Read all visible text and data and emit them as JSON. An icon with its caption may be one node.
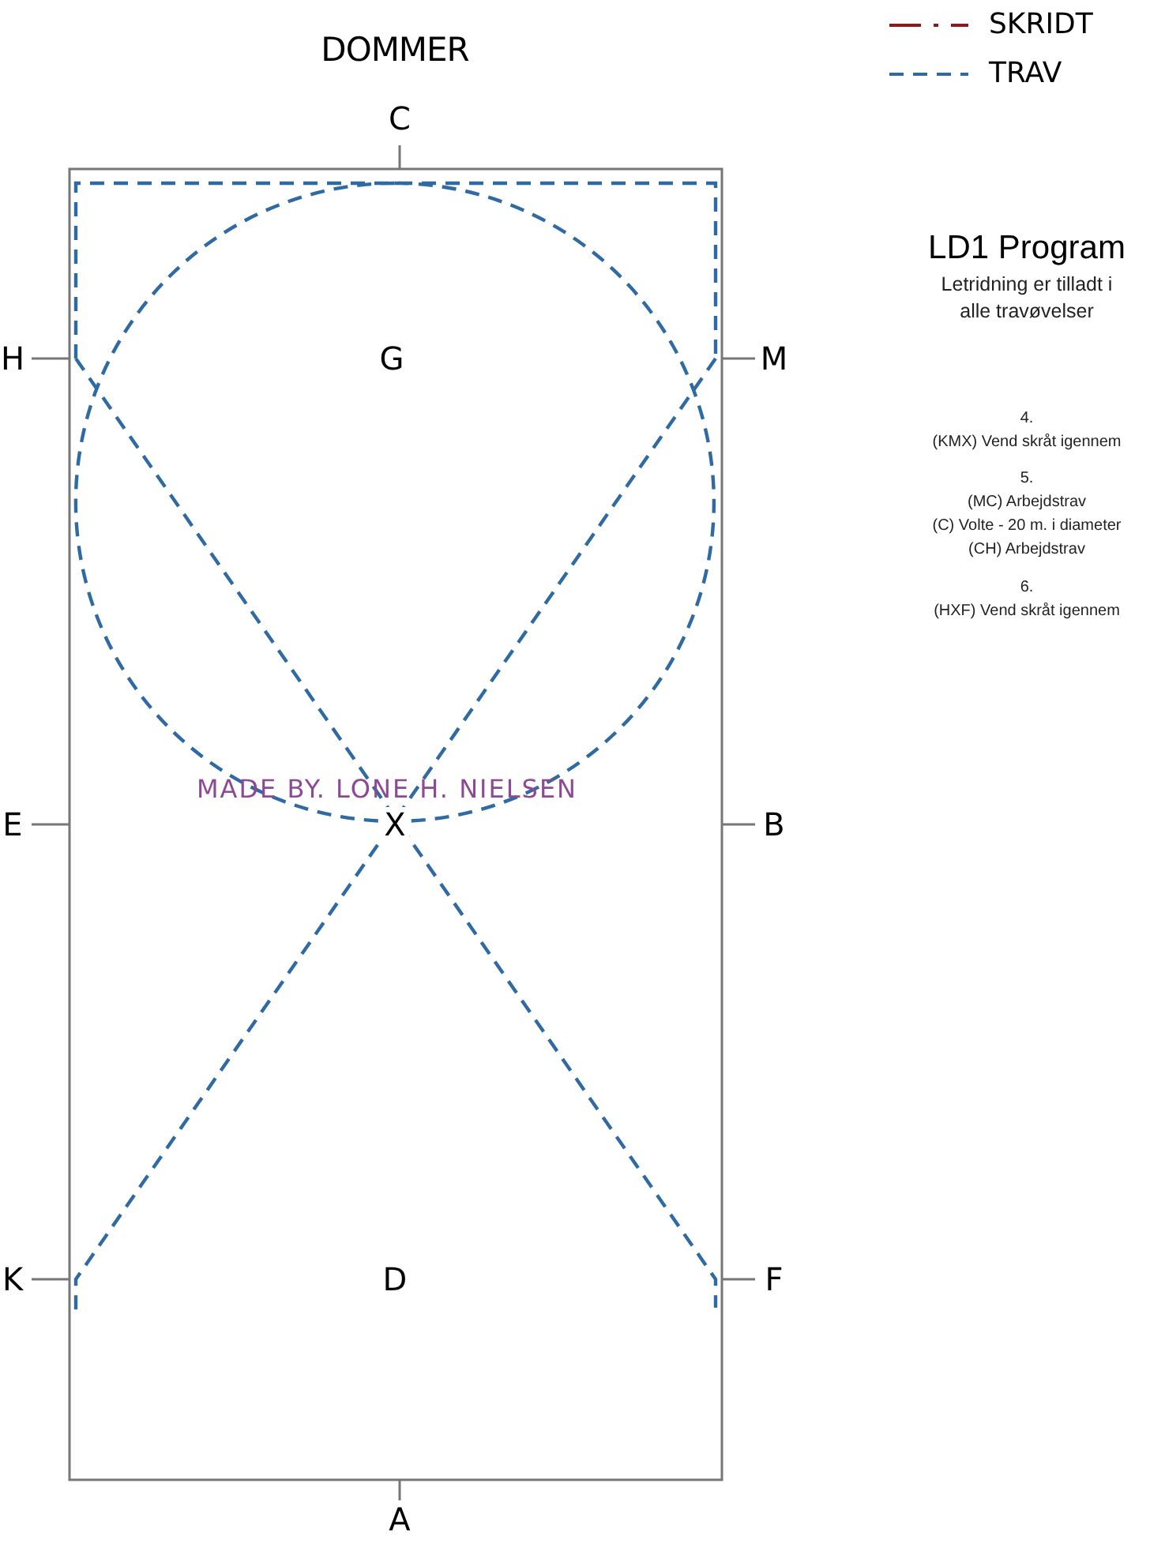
{
  "diagram": {
    "title": "LD1 Program",
    "labels": [
      "DOMMER",
      "C",
      "Letridning er tilladt i alle travøvelser",
      "H",
      "G",
      "M",
      "4.",
      "(KMX) Vend skråt igennem",
      "5.",
      "(MC) Arbejdstrav",
      "(C) Volte - 20 m. i diameter",
      "(CH) Arbejdstrav",
      "6.",
      "(HXF) Vend skråt igennem",
      "MADE BY. LONE H. NIELSEN",
      "E",
      "X",
      "B",
      "K",
      "D",
      "F",
      "A"
    ],
    "legend": [
      {
        "text": "SKRIDT"
      },
      {
        "text": "TRAV"
      }
    ]
  }
}
